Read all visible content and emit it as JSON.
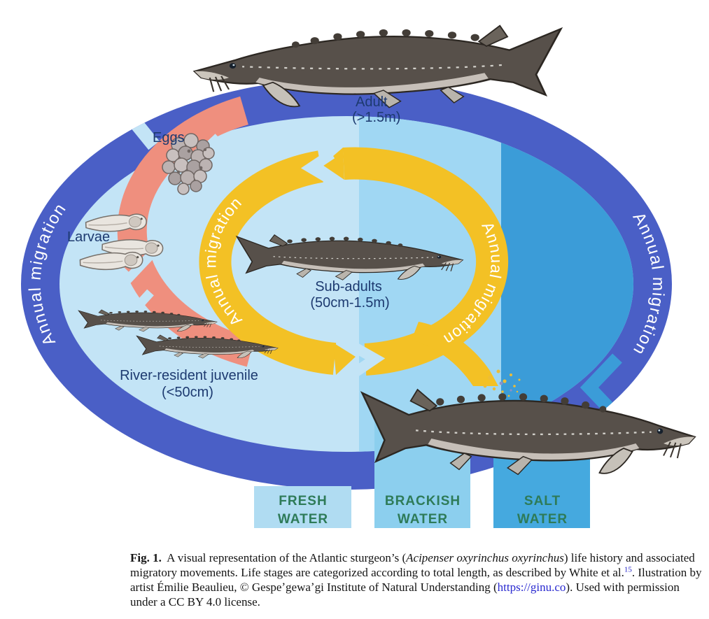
{
  "figure": {
    "migration_label": "Annual migration",
    "stage_labels": {
      "eggs": "Eggs",
      "larvae": "Larvae",
      "juvenile_line1": "River-resident juvenile",
      "juvenile_line2": "(<50cm)",
      "subadults_line1": "Sub-adults",
      "subadults_line2": "(50cm-1.5m)",
      "adult_line1": "Adult",
      "adult_line2": "(>1.5m)"
    },
    "zones": {
      "fresh": {
        "line1": "FRESH",
        "line2": "WATER"
      },
      "brackish": {
        "line1": "BRACKISH",
        "line2": "WATER"
      },
      "salt": {
        "line1": "SALT",
        "line2": "WATER"
      }
    },
    "colors": {
      "outer_ring_blue": "#4a5fc6",
      "fresh_zone": "#c3e4f6",
      "brackish_zone": "#a0d7f3",
      "salt_zone": "#3b9cd8",
      "fresh_band": "#b0dcf2",
      "brackish_band": "#8ccfee",
      "salt_band": "#45a9df",
      "migration_ring_yellow": "#f3c125",
      "spawning_ribbon_salmon": "#ef8f7e",
      "stage_label_navy": "#1d3a70",
      "zone_label_green": "#2e7b58"
    }
  },
  "caption": {
    "fig_label": "Fig. 1.",
    "text_1": " A visual representation of the Atlantic sturgeon’s (",
    "species_italic": "Acipenser oxyrinchus oxyrinchus",
    "text_2": ") life history and associated migratory movements. Life stages are categorized according to total length, as described by White et al.",
    "reference_superscript": "15",
    "text_3": ". Ilustration by artist Émilie Beaulieu, © Gespeʼgewaʼgi Institute of Natural Understanding (",
    "link": "https://ginu.co",
    "text_4": "). Used with permission under a CC BY 4.0 license."
  }
}
